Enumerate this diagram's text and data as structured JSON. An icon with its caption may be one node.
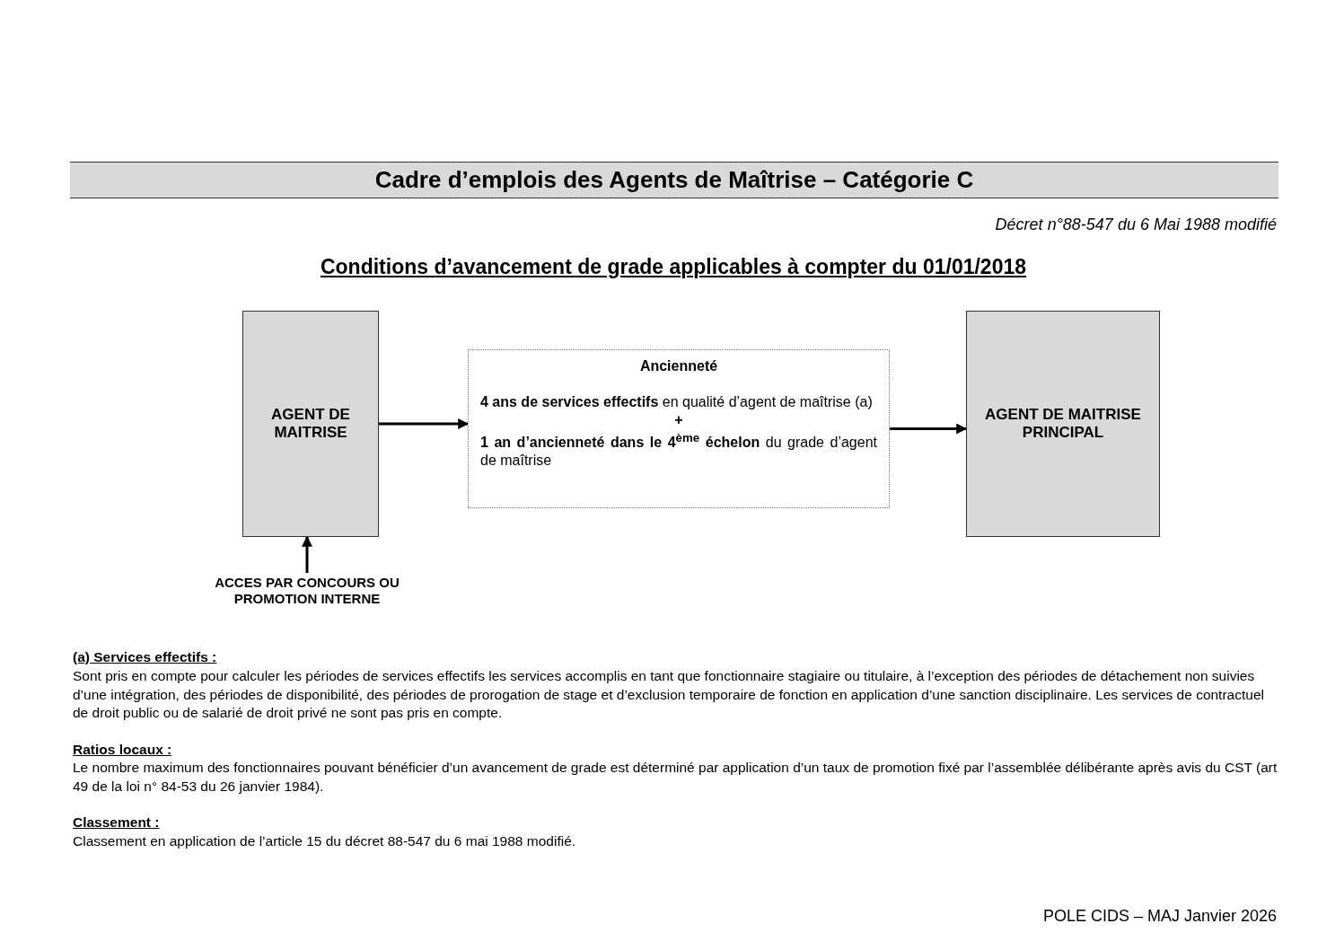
{
  "diagram": {
    "title": "Cadre d’emplois des Agents de Maîtrise – Catégorie C",
    "nodes": [
      {
        "text": [
          "AGENT DE MAITRISE"
        ]
      },
      {
        "text": [
          "Ancienneté",
          "**4 ans de services effectifs** en qualité d’agent de maîtrise (a)",
          "+",
          "**1 an d’ancienneté dans le 4$^{ème}$ échelon** du grade d’agent de maîtrise"
        ]
      },
      {
        "text": [
          "AGENT DE MAITRISE PRINCIPAL"
        ]
      },
      {
        "text": [
          "ACCES PAR CONCOURS OU PROMOTION INTERNE"
        ]
      }
    ],
    "edges": [
      {
        "from": 0,
        "to": 1,
        "arrow": "to"
      },
      {
        "from": 1,
        "to": 2,
        "arrow": "to"
      },
      {
        "from": 3,
        "to": 0,
        "arrow": "to"
      }
    ],
    "labels": [
      "Décret n°88-547 du 6 Mai 1988 modifié",
      "Conditions d’avancement de grade applicables à compter du 01/01/2018",
      "(a) Services effectifs :",
      "Sont pris en compte pour calculer les périodes de services effectifs les services accomplis en tant que fonctionnaire stagiaire ou titulaire, à l’exception des périodes de détachement non suivies d’une intégration, des périodes de disponibilité, des périodes de prorogation de stage et d’exclusion temporaire de fonction en application d’une sanction disciplinaire. Les services de contractuel de droit public ou de salarié de droit privé ne sont pas pris en compte.",
      "Ratios locaux :",
      "Le nombre maximum des fonctionnaires pouvant bénéficier d’un avancement de grade est déterminé par application d’un taux de promotion fixé par l’assemblée délibérante après avis du CST (art 49 de la loi n° 84-53 du 26 janvier 1984).",
      "Classement :",
      "Classement en application de l’article 15 du décret 88-547 du 6 mai 1988 modifié.",
      "POLE CIDS – MAJ Janvier 2026"
    ]
  }
}
